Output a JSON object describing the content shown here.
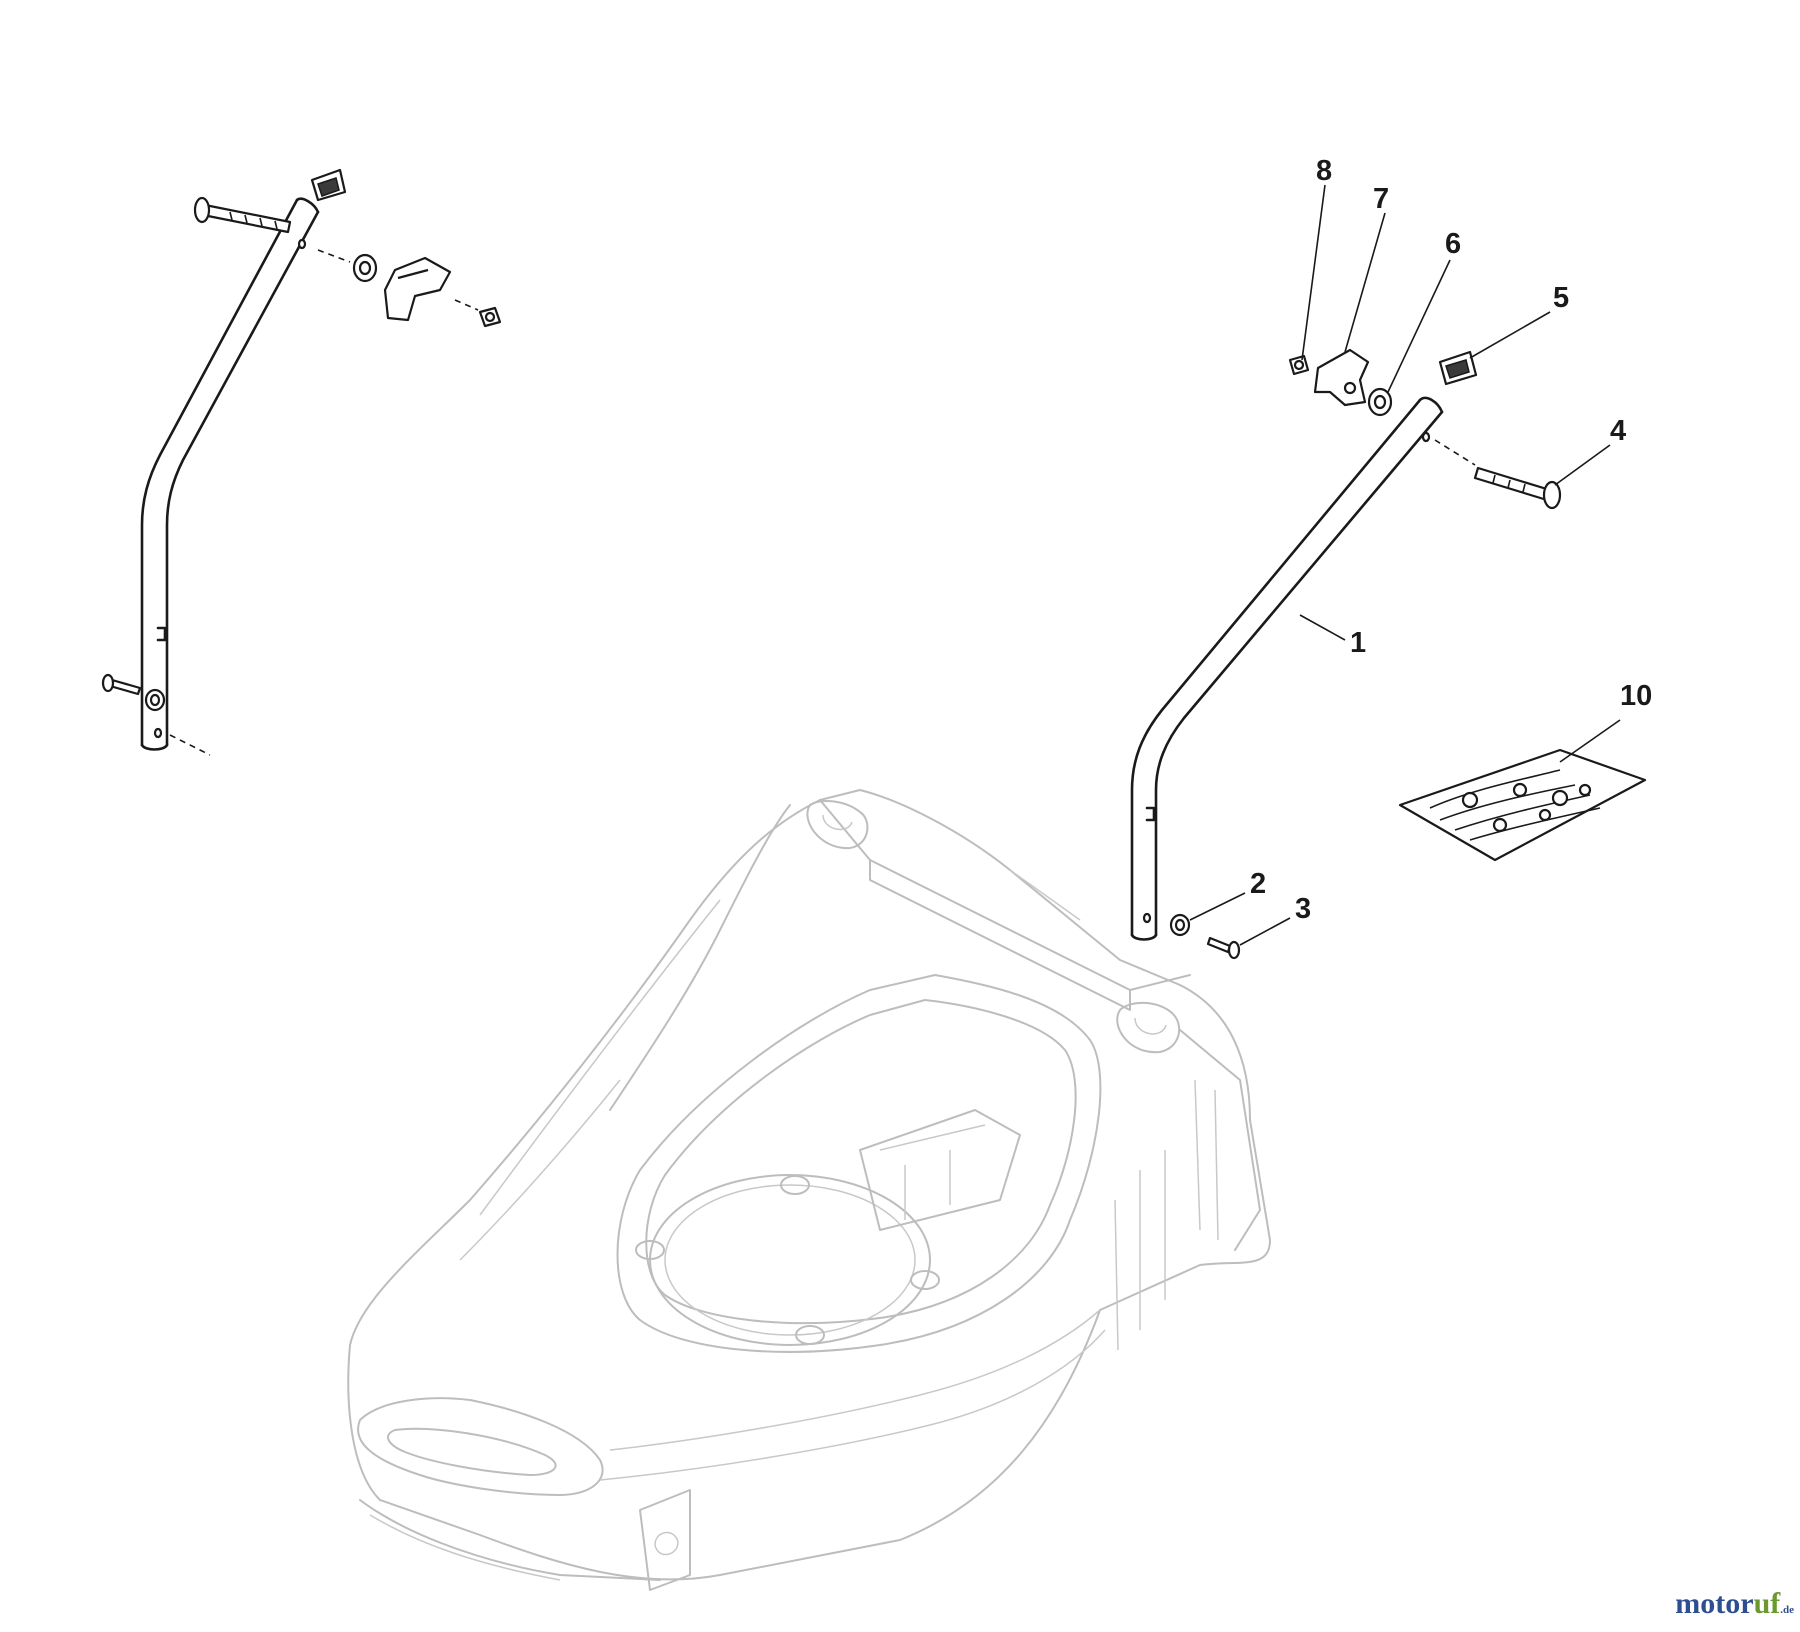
{
  "diagram": {
    "callouts": [
      {
        "id": "1",
        "label": "1"
      },
      {
        "id": "2",
        "label": "2"
      },
      {
        "id": "3",
        "label": "3"
      },
      {
        "id": "4",
        "label": "4"
      },
      {
        "id": "5",
        "label": "5"
      },
      {
        "id": "6",
        "label": "6"
      },
      {
        "id": "7",
        "label": "7"
      },
      {
        "id": "8",
        "label": "8"
      },
      {
        "id": "10",
        "label": "10"
      }
    ]
  },
  "watermark": {
    "part_a": "motor",
    "part_b": "uf",
    "part_c": ".de"
  },
  "colors": {
    "deck_line": "#bdbdbd",
    "part_line": "#1a1a1a",
    "watermark_blue": "#2d4e8f",
    "watermark_green": "#6a9a2e"
  }
}
